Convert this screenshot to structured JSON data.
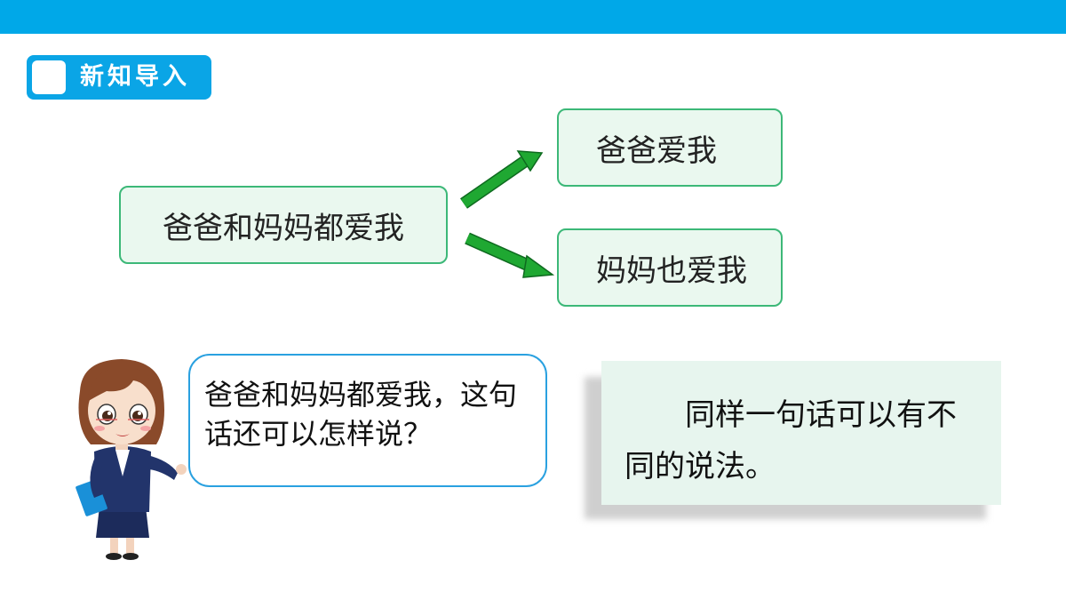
{
  "header": {
    "section_title": "新知导入"
  },
  "diagram": {
    "source": "爸爸和妈妈都爱我",
    "target_top": "爸爸爱我",
    "target_bottom": "妈妈也爱我"
  },
  "teacher_bubble": {
    "text": "爸爸和妈妈都爱我，这句话还可以怎样说？"
  },
  "note": {
    "text": "同样一句话可以有不同的说法。"
  },
  "colors": {
    "top_bar": "#00a8e8",
    "badge": "#0aa5e6",
    "box_border": "#3cb878",
    "box_fill": "#eaf8ef",
    "arrow": "#1fa832",
    "bubble_border": "#2aa1e0",
    "note_fill": "#e7f5ee"
  }
}
